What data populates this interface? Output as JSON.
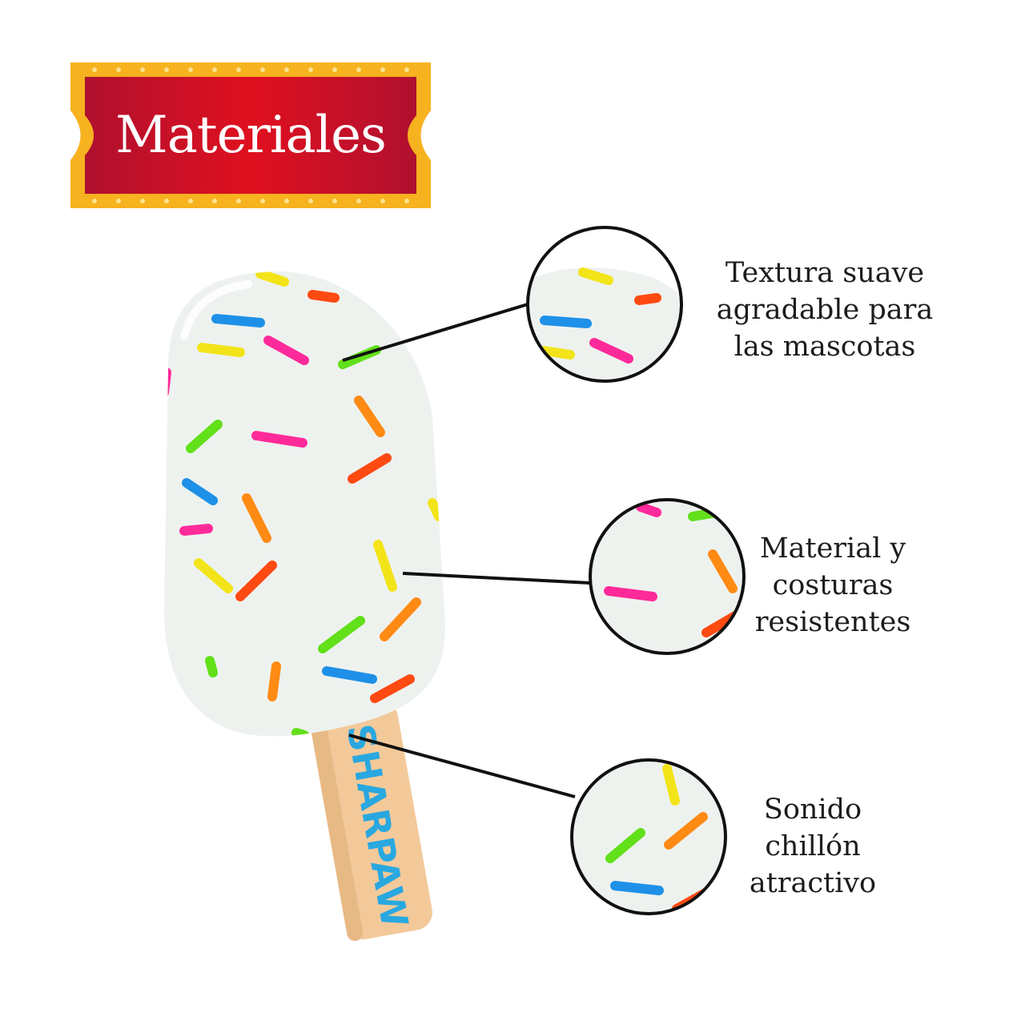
{
  "header": {
    "title": "Materiales"
  },
  "brand": {
    "logo_text": "SHARPAW"
  },
  "features": [
    {
      "lines": [
        "Textura suave",
        "agradable para",
        "las mascotas"
      ]
    },
    {
      "lines": [
        "Material y",
        "costuras",
        "resistentes"
      ]
    },
    {
      "lines": [
        "Sonido",
        "chillón",
        "atractivo"
      ]
    }
  ],
  "colors": {
    "banner_red": "#c8102e",
    "banner_border": "#f7b21f",
    "popsicle_white": "#eef2ef",
    "stick": "#f3c99a",
    "logo_blue": "#29a8e0",
    "sprinkle_pink": "#ff2a9a",
    "sprinkle_blue": "#1e90e8",
    "sprinkle_yellow": "#f2e418",
    "sprinkle_green": "#62e01a",
    "sprinkle_orange": "#ff8a14",
    "sprinkle_red": "#ff4a12"
  }
}
